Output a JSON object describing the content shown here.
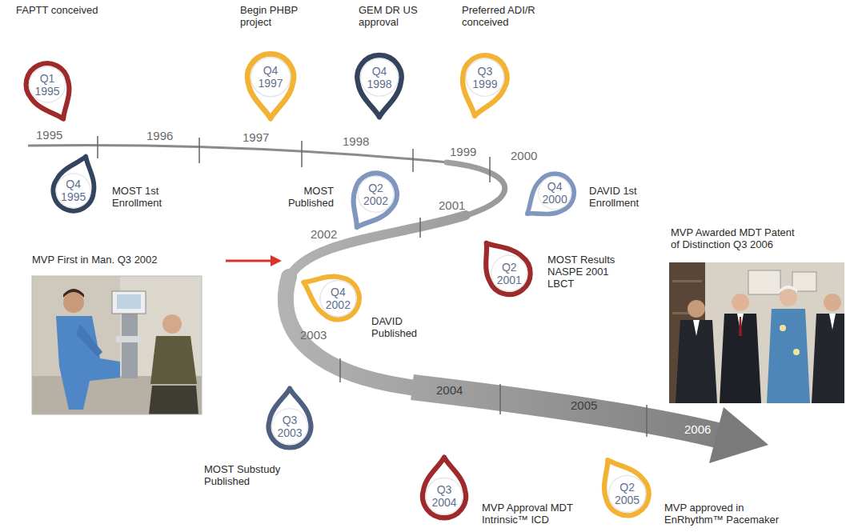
{
  "diagram": {
    "nodes": [
      {
        "text": [
          "Q1 1995"
        ]
      },
      {
        "text": [
          "Q4 1995"
        ]
      },
      {
        "text": [
          "Q4 1997"
        ]
      },
      {
        "text": [
          "Q4 1998"
        ]
      },
      {
        "text": [
          "Q3 1999"
        ]
      },
      {
        "text": [
          "Q4 2000"
        ]
      },
      {
        "text": [
          "Q2 2001"
        ]
      },
      {
        "text": [
          "Q2 2002"
        ]
      },
      {
        "text": [
          "Q4 2002"
        ]
      },
      {
        "text": [
          "Q3 2003"
        ]
      },
      {
        "text": [
          "Q3 2004"
        ]
      },
      {
        "text": [
          "Q2 2005"
        ]
      }
    ],
    "labels": [
      "FAPTT conceived",
      "Begin PHBP project",
      "GEM DR US approval",
      "Preferred ADI/R conceived",
      "1995",
      "1996",
      "1997",
      "1998",
      "1999",
      "2000",
      "MOST 1st Enrollment",
      "MOST Published",
      "DAVID 1st Enrollment",
      "2001",
      "2002",
      "MVP First in Man. Q3 2002",
      "MOST Results NASPE 2001 LBCT",
      "MVP Awarded MDT Patent of Distinction Q3 2006",
      "DAVID Published",
      "2003",
      "2004",
      "2005",
      "2006",
      "MOST Substudy Published",
      "MVP Approval MDT Intrinsic™ ICD",
      "MVP approved in EnRhythm™ Pacemaker"
    ]
  }
}
